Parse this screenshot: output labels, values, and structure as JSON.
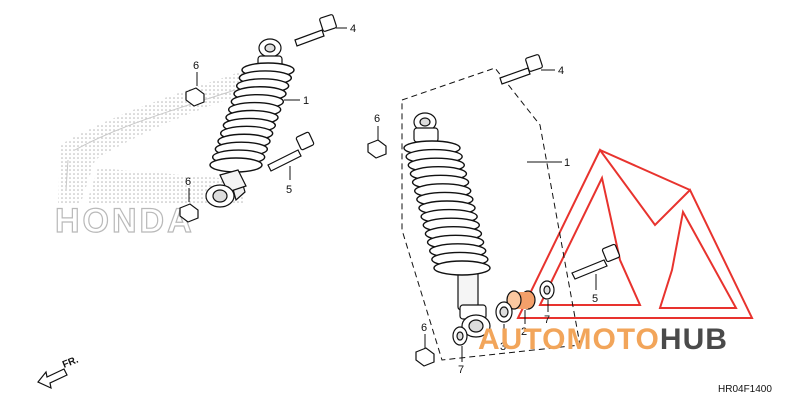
{
  "diagram": {
    "diagram_code": "HR04F1400",
    "direction_label": "FR.",
    "callouts": [
      {
        "id": "top-bolt-left",
        "label": "4"
      },
      {
        "id": "shock-left",
        "label": "1"
      },
      {
        "id": "nut-left-top",
        "label": "6"
      },
      {
        "id": "nut-left-bottom",
        "label": "6"
      },
      {
        "id": "bolt-left-lower",
        "label": "5"
      },
      {
        "id": "top-bolt-right",
        "label": "4"
      },
      {
        "id": "shock-right",
        "label": "1"
      },
      {
        "id": "nut-right-top",
        "label": "6"
      },
      {
        "id": "nut-right-bottom",
        "label": "6"
      },
      {
        "id": "bolt-right-lower",
        "label": "5"
      },
      {
        "id": "collar",
        "label": "2"
      },
      {
        "id": "bushing",
        "label": "3"
      },
      {
        "id": "washer-right",
        "label": "7"
      },
      {
        "id": "washer-left",
        "label": "7"
      }
    ]
  },
  "watermarks": {
    "honda_logo_text": "HONDA",
    "automotohub_part1": "AUTOMOTO",
    "automotohub_part2": "HUB"
  },
  "colors": {
    "accent_red": "#e8332e",
    "brand_orange": "#f2a55a",
    "brand_gray": "#4a4a4a",
    "line": "#111111",
    "watermark_gray": "#bdbdbd"
  }
}
